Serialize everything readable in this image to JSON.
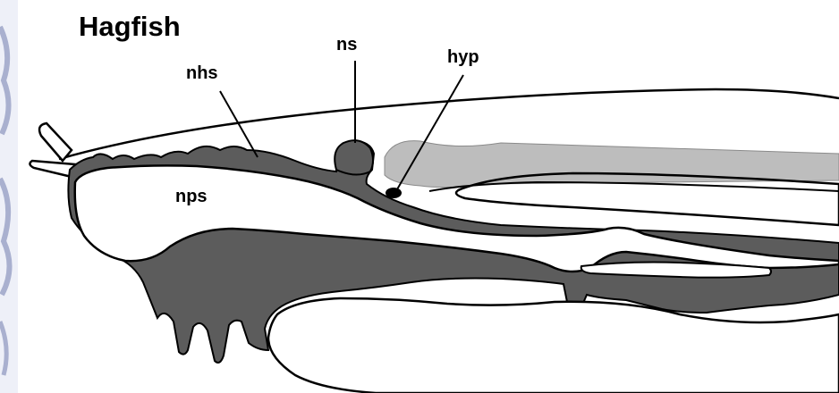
{
  "title": "Hagfish",
  "labels": {
    "nhs": "nhs",
    "ns": "ns",
    "hyp": "hyp",
    "nps": "nps"
  },
  "colors": {
    "tissue_dark": "#5c5c5c",
    "tissue_light": "#bdbdbd",
    "outline": "#000000",
    "background": "#ffffff",
    "edge_tint": "#a9b0cf"
  }
}
